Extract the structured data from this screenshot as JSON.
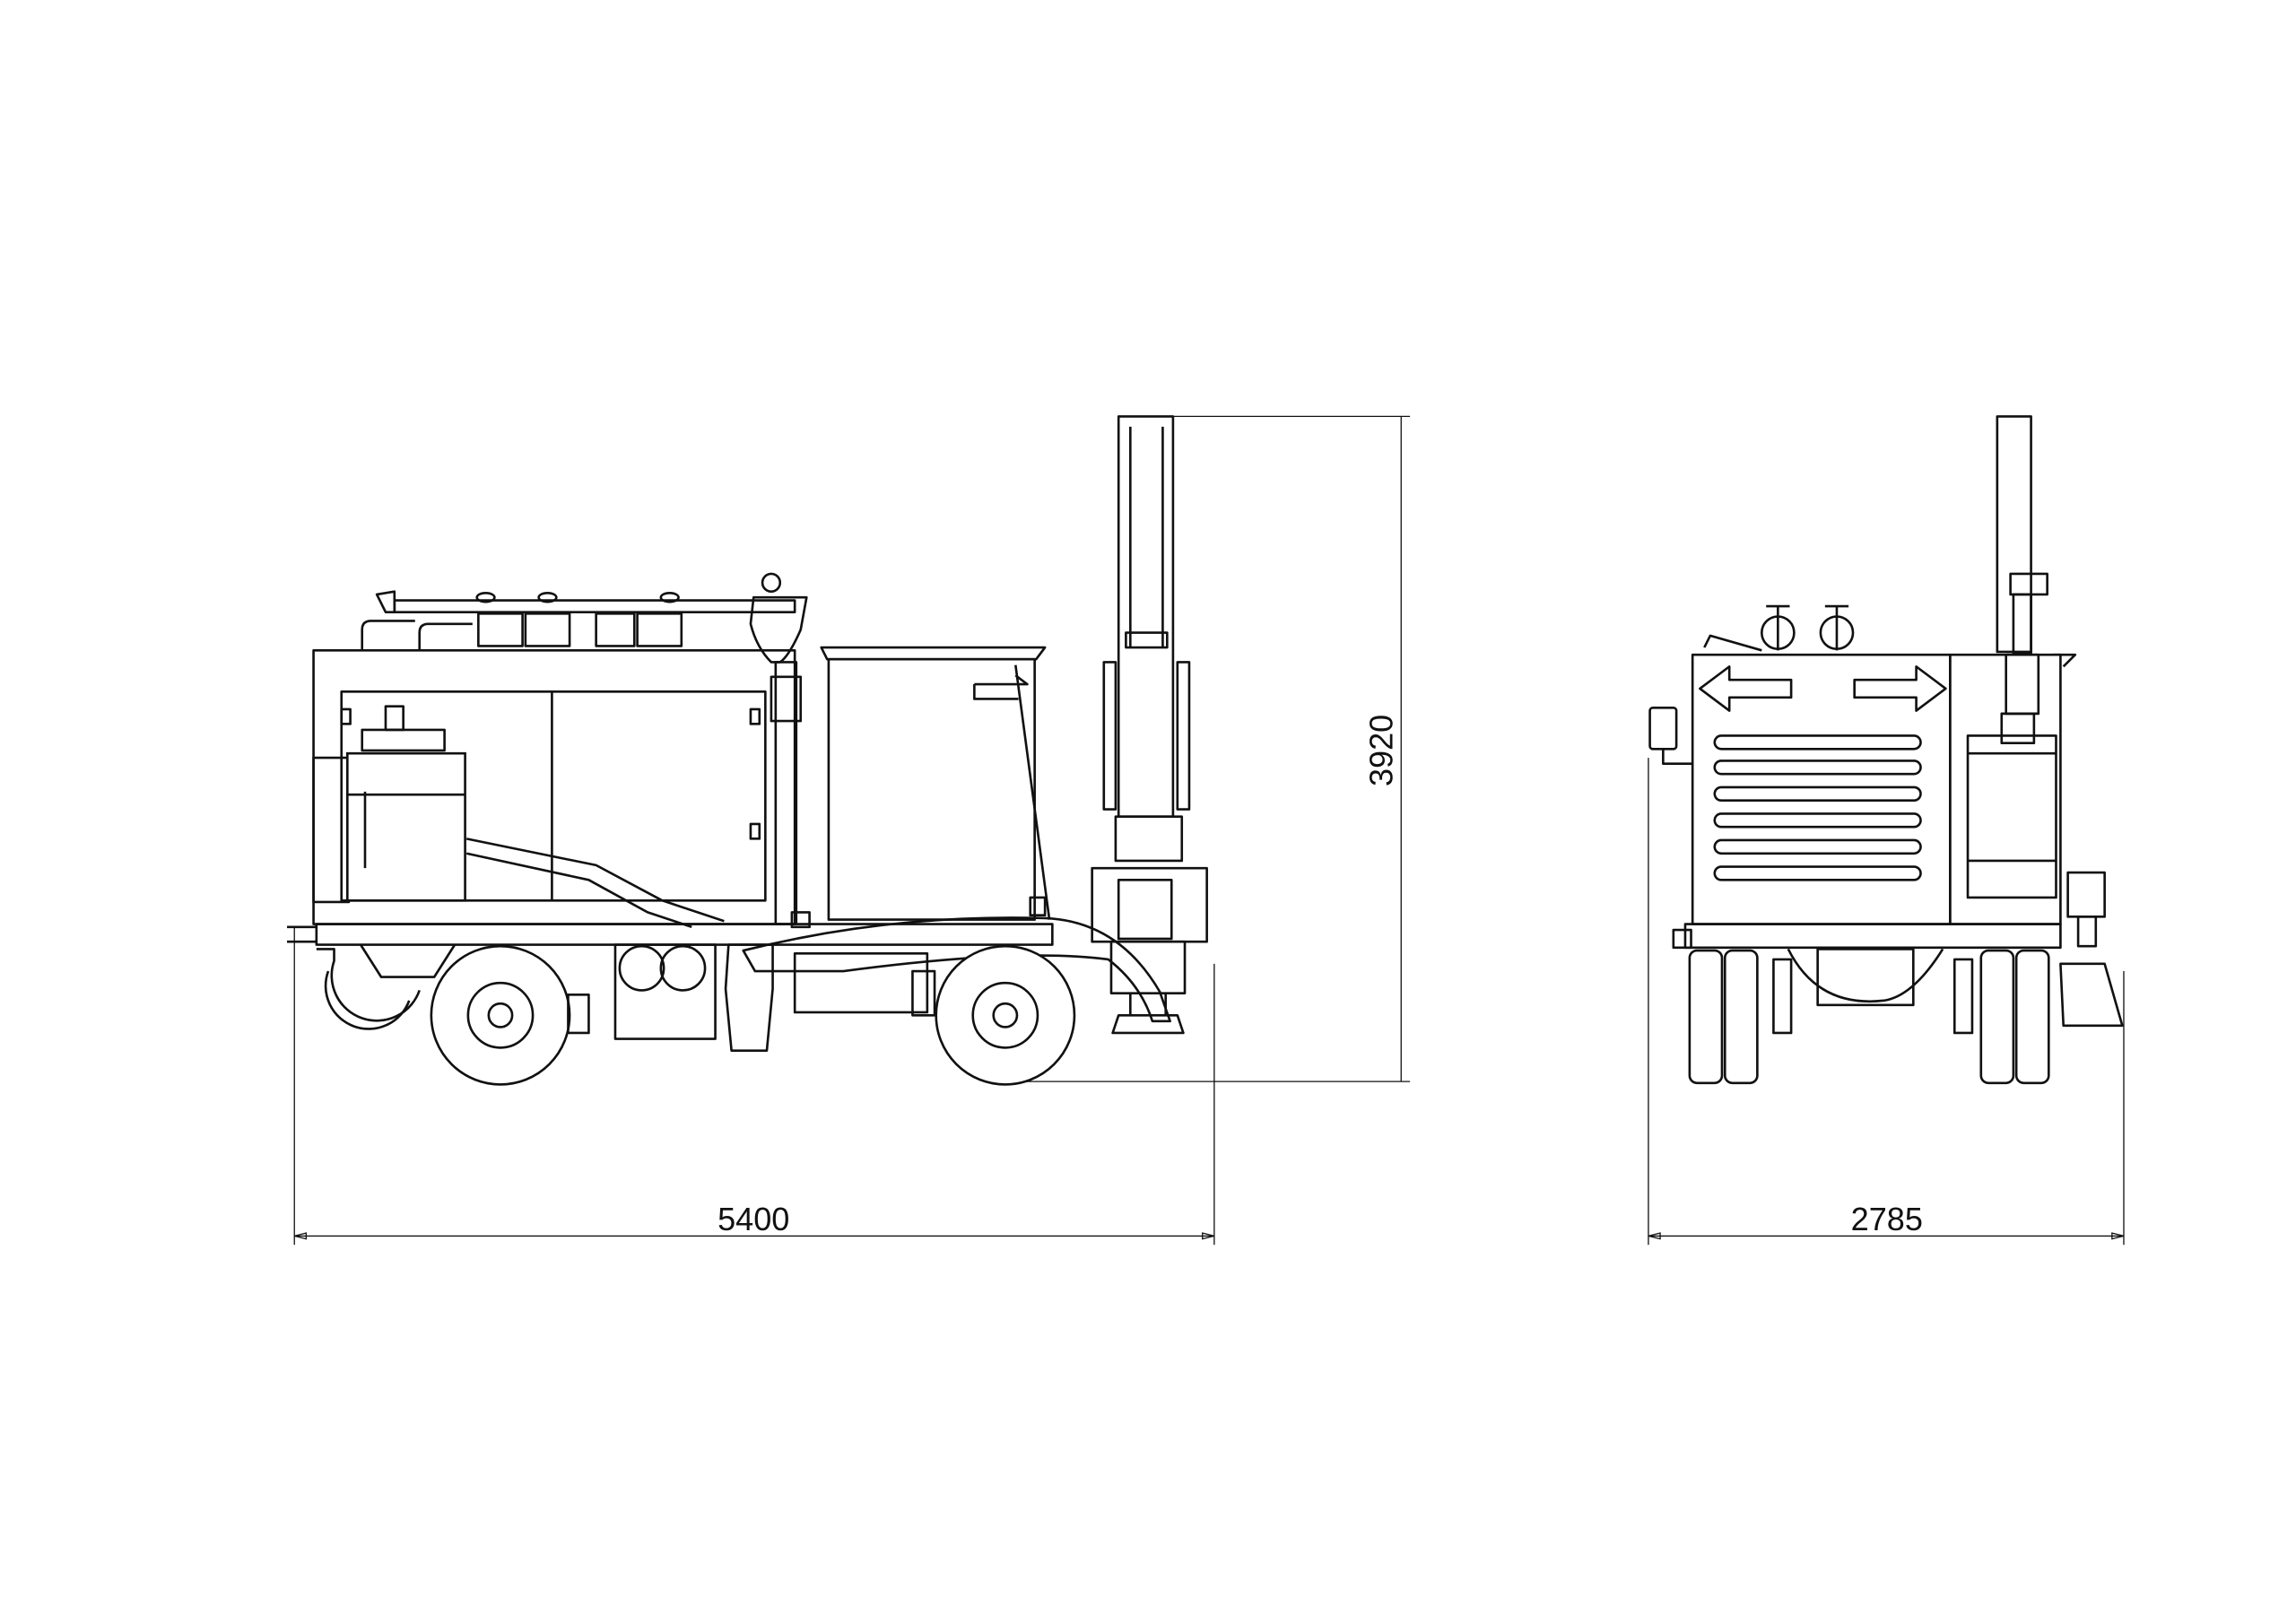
{
  "drawing": {
    "side_view": {
      "length_label": "5400",
      "height_label": "3920"
    },
    "rear_view": {
      "width_label": "2785"
    }
  }
}
